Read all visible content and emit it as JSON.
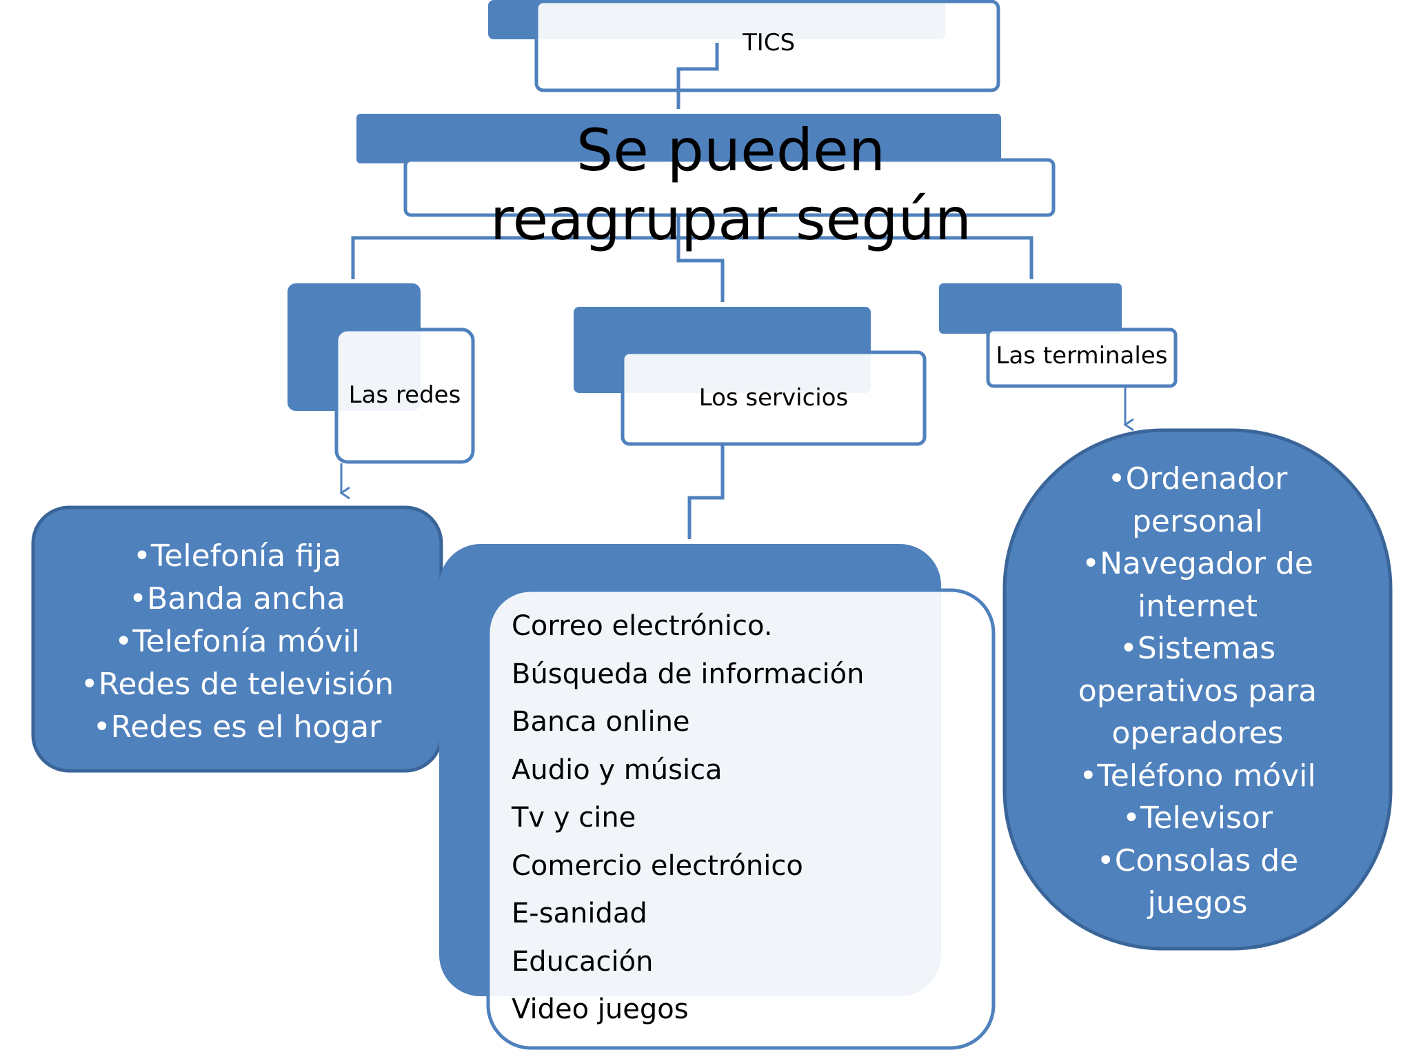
{
  "colors": {
    "accent": "#4f81bd",
    "accent_dark": "#3a6599",
    "box_fill": "#ffffff",
    "background": "#ffffff"
  },
  "root": {
    "label": "TICS"
  },
  "subtitle": {
    "label": "Se pueden reagrupar según"
  },
  "categories": [
    {
      "label": "Las redes",
      "items": [
        "•Telefonía fija",
        "•Banda ancha",
        "•Telefonía móvil",
        "•Redes de televisión",
        "•Redes es el hogar"
      ]
    },
    {
      "label": "Los servicios",
      "items": [
        "Correo electrónico.",
        "Búsqueda de información",
        "Banca online",
        "Audio y música",
        "Tv y cine",
        "Comercio electrónico",
        "E-sanidad",
        "Educación",
        "Video juegos"
      ]
    },
    {
      "label": "Las terminales",
      "items": [
        "•Ordenador personal",
        "•Navegador de internet",
        "•Sistemas operativos para operadores",
        "•Teléfono móvil",
        "•Televisor",
        "•Consolas de juegos"
      ]
    }
  ]
}
